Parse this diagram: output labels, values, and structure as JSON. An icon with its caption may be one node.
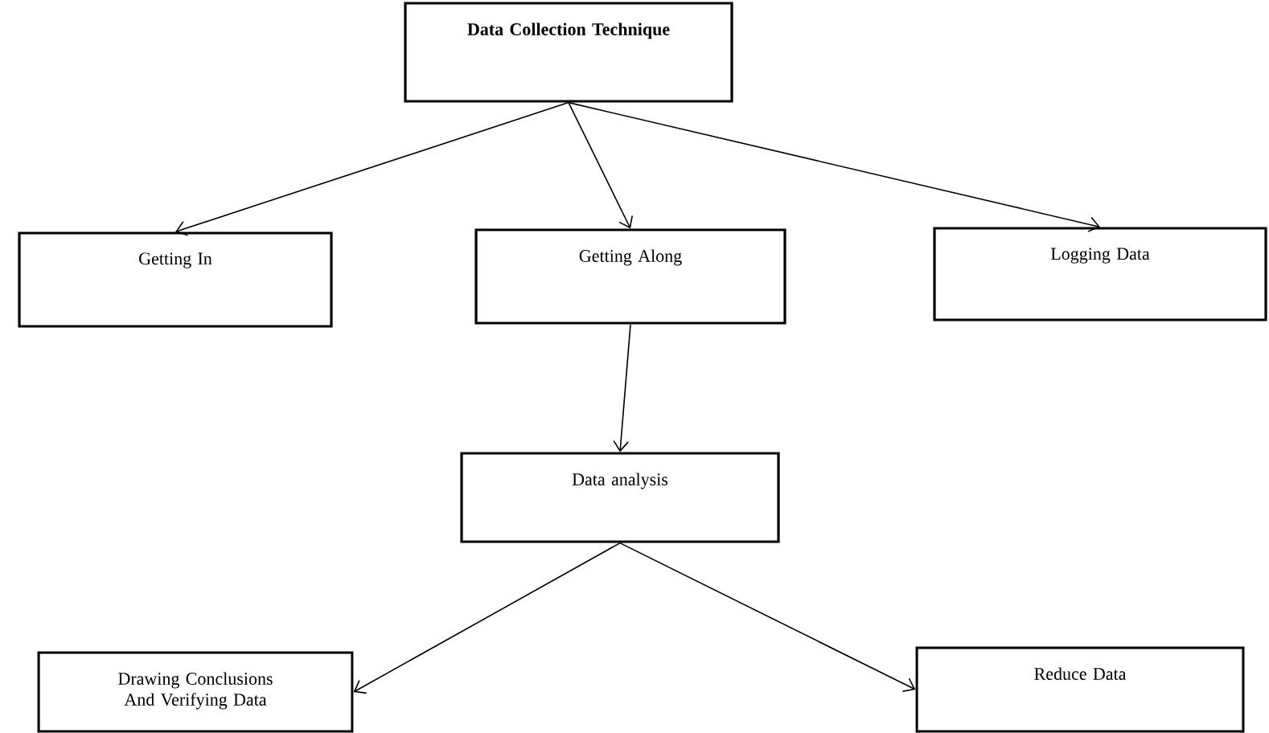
{
  "diagram": {
    "nodes": [
      {
        "text": [
          "Data Collection Technique"
        ]
      },
      {
        "text": [
          "Getting In"
        ]
      },
      {
        "text": [
          "Getting Along"
        ]
      },
      {
        "text": [
          "Logging Data"
        ]
      },
      {
        "text": [
          "Data analysis"
        ]
      },
      {
        "text": [
          "Drawing Conclusions And Verifying Data"
        ]
      },
      {
        "text": [
          "Reduce Data"
        ]
      }
    ],
    "edges": [
      {
        "from": 0,
        "to": 1,
        "arrow": "to"
      },
      {
        "from": 0,
        "to": 2,
        "arrow": "to"
      },
      {
        "from": 0,
        "to": 3,
        "arrow": "to"
      },
      {
        "from": 2,
        "to": 4,
        "arrow": "to"
      },
      {
        "from": 4,
        "to": 5,
        "arrow": "to"
      },
      {
        "from": 4,
        "to": 6,
        "arrow": "to"
      }
    ]
  }
}
